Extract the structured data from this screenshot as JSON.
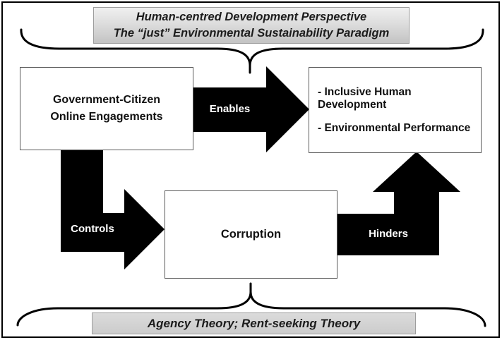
{
  "top_banner": {
    "line1": "Human-centred Development Perspective",
    "line2": "The “just” Environmental Sustainability Paradigm"
  },
  "bottom_banner": {
    "text": "Agency Theory; Rent-seeking Theory"
  },
  "boxes": {
    "engagements": {
      "line1": "Government-Citizen",
      "line2": "Online Engagements"
    },
    "outcomes": {
      "item1": "- Inclusive Human Development",
      "item2": "- Environmental Performance"
    },
    "corruption": {
      "label": "Corruption"
    }
  },
  "arrows": {
    "enables": "Enables",
    "controls": "Controls",
    "hinders": "Hinders"
  },
  "colors": {
    "arrow_fill": "#000000",
    "brace_stroke": "#000000",
    "banner_gradient_top": "#f0f0f0",
    "banner_gradient_bottom": "#c3c3c3",
    "banner_border": "#9d9d9d",
    "box_border": "#595959",
    "frame_border": "#000000",
    "text": "#1c1c1c"
  }
}
